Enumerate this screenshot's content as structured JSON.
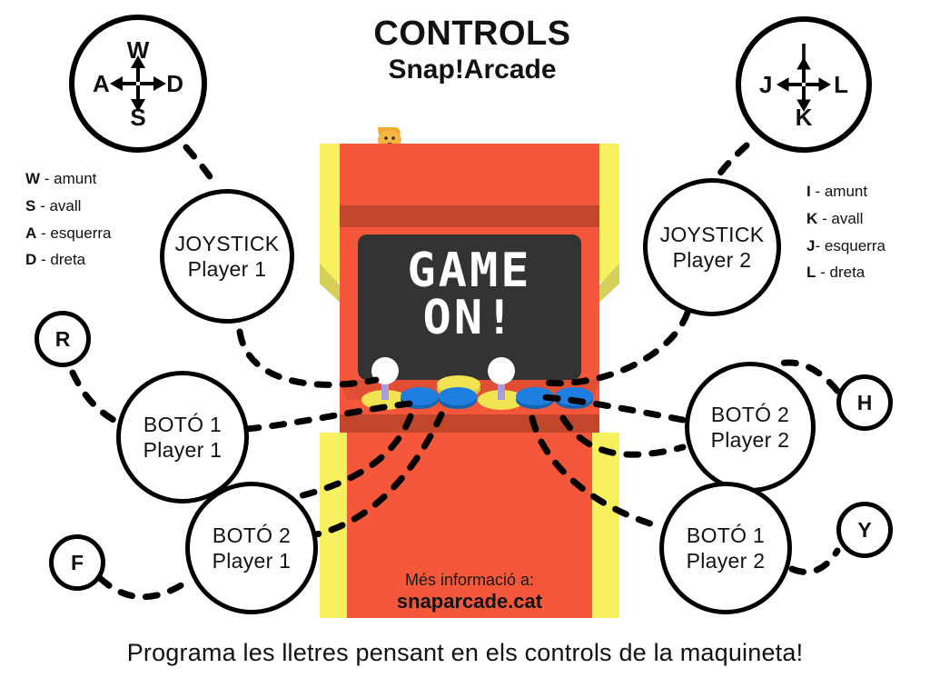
{
  "title": {
    "main": "CONTROLS",
    "sub": "Snap!Arcade"
  },
  "caption": "Programa les lletres pensant en els controls de la maquineta!",
  "screen": {
    "line1": "GAME",
    "line2": "ON!"
  },
  "machine": {
    "info_label": "Més informació a:",
    "info_site": "snaparcade.cat"
  },
  "dir_wheels": [
    {
      "id": "player1",
      "up": "W",
      "down": "S",
      "left": "A",
      "right": "D"
    },
    {
      "id": "player2",
      "up": "I",
      "down": "K",
      "left": "J",
      "right": "L"
    }
  ],
  "legends": {
    "player1": [
      {
        "key": "W",
        "sep": " - ",
        "action": "amunt"
      },
      {
        "key": "S",
        "sep": " - ",
        "action": "avall"
      },
      {
        "key": "A",
        "sep": " - ",
        "action": "esquerra"
      },
      {
        "key": "D",
        "sep": " - ",
        "action": "dreta"
      }
    ],
    "player2": [
      {
        "key": "I",
        "sep": " - ",
        "action": "amunt"
      },
      {
        "key": "K",
        "sep": " - ",
        "action": "avall"
      },
      {
        "key": "J",
        "sep": "- ",
        "action": "esquerra"
      },
      {
        "key": "L",
        "sep": " - ",
        "action": "dreta"
      }
    ]
  },
  "bubbles": {
    "joystick_p1": {
      "line1": "JOYSTICK",
      "line2": "Player 1"
    },
    "joystick_p2": {
      "line1": "JOYSTICK",
      "line2": "Player 2"
    },
    "boto1_p1": {
      "line1": "BOTÓ 1",
      "line2": "Player 1"
    },
    "boto2_p1": {
      "line1": "BOTÓ 2",
      "line2": "Player 1"
    },
    "boto1_p2": {
      "line1": "BOTÓ 1",
      "line2": "Player 2"
    },
    "boto2_p2": {
      "line1": "BOTÓ 2",
      "line2": "Player 2"
    }
  },
  "key_circles": {
    "r": "R",
    "f": "F",
    "h": "H",
    "y": "Y"
  },
  "colors": {
    "cabinet_body": "#f4573a",
    "cabinet_shadow": "#c2462c",
    "cabinet_trim": "#f7f15f",
    "cabinet_trim_dark": "#d5d05a",
    "screen": "#333333",
    "button_blue": "#1e7fe0",
    "button_yellow": "#f2e352",
    "outline": "#000000",
    "mascot": "#f0a830"
  }
}
